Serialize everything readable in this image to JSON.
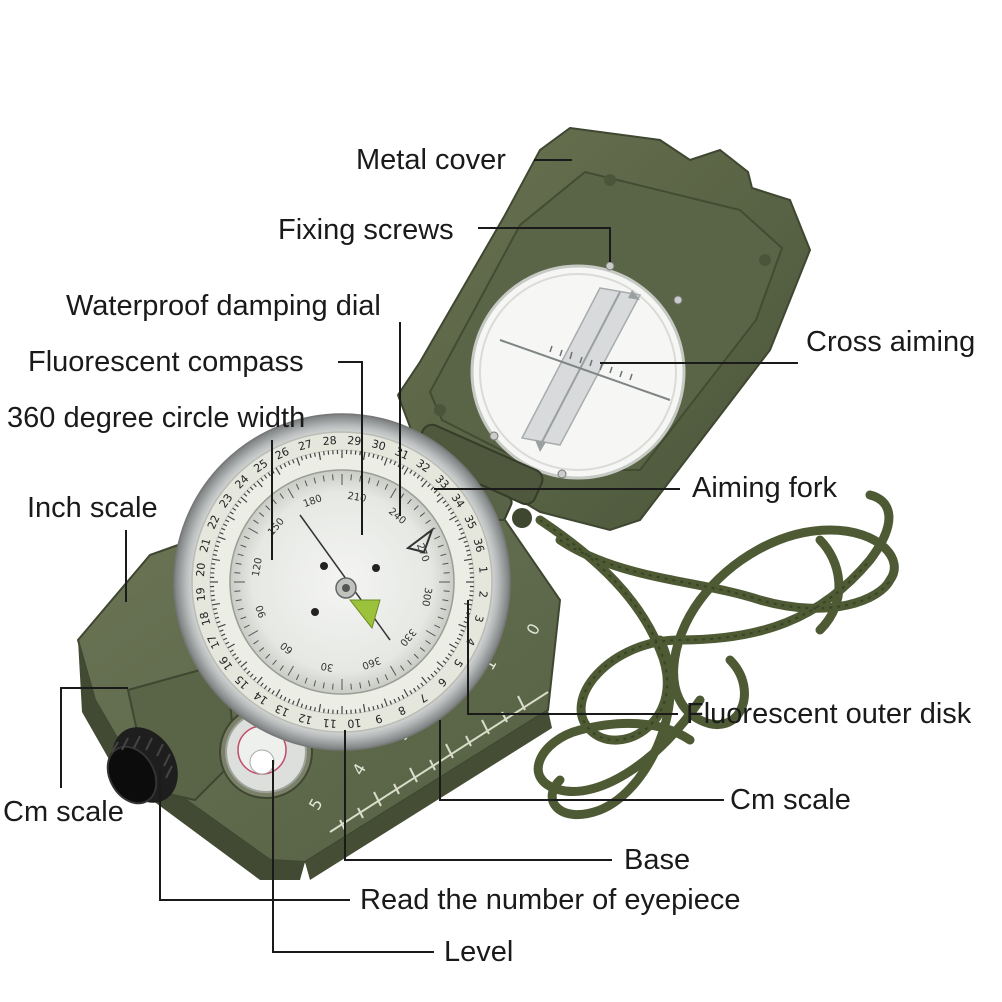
{
  "labels": {
    "metal_cover": "Metal cover",
    "fixing_screws": "Fixing screws",
    "waterproof_damping_dial": "Waterproof damping dial",
    "fluorescent_compass": "Fluorescent compass",
    "degree_circle": "360 degree circle width",
    "inch_scale": "Inch scale",
    "cross_aiming": "Cross aiming",
    "aiming_fork": "Aiming fork",
    "fluorescent_outer_disk": "Fluorescent outer disk",
    "cm_scale_right": "Cm scale",
    "cm_scale_left": "Cm scale",
    "base": "Base",
    "read_eyepiece": "Read the number of eyepiece",
    "level": "Level"
  },
  "bezel_numbers": [
    "27",
    "28",
    "29",
    "30",
    "31",
    "32",
    "33",
    "34",
    "35",
    "36",
    "1",
    "2",
    "3",
    "4",
    "5",
    "6",
    "7",
    "8",
    "9",
    "10",
    "11",
    "12",
    "13",
    "14",
    "15",
    "16",
    "17",
    "18",
    "19",
    "20",
    "21",
    "22",
    "23",
    "24",
    "25",
    "26"
  ],
  "dial_numbers": [
    "180",
    "210",
    "240",
    "270",
    "300",
    "330",
    "360",
    "30",
    "60",
    "90",
    "120",
    "150"
  ],
  "ruler_numbers": [
    "0",
    "1",
    "2",
    "3",
    "4",
    "5"
  ],
  "colors": {
    "olive": "#5d6748",
    "olive_dark": "#3f4731",
    "cord": "#4e5a34",
    "line": "#1a1a1a"
  }
}
